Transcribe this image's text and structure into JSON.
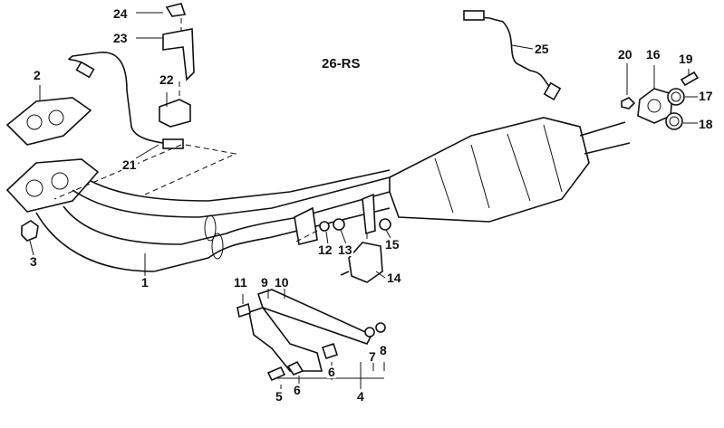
{
  "diagram_title": "26-RS",
  "callouts": {
    "c24": "24",
    "c23": "23",
    "c2": "2",
    "c22": "22",
    "c25": "25",
    "c20": "20",
    "c16": "16",
    "c19": "19",
    "c17": "17",
    "c18": "18",
    "c21": "21",
    "c3": "3",
    "c1": "1",
    "c12": "12",
    "c13": "13",
    "c15": "15",
    "c14": "14",
    "c11": "11",
    "c9": "9",
    "c10": "10",
    "c7": "7",
    "c8": "8",
    "c5": "5",
    "c6a": "6",
    "c6b": "6",
    "c4": "4"
  }
}
